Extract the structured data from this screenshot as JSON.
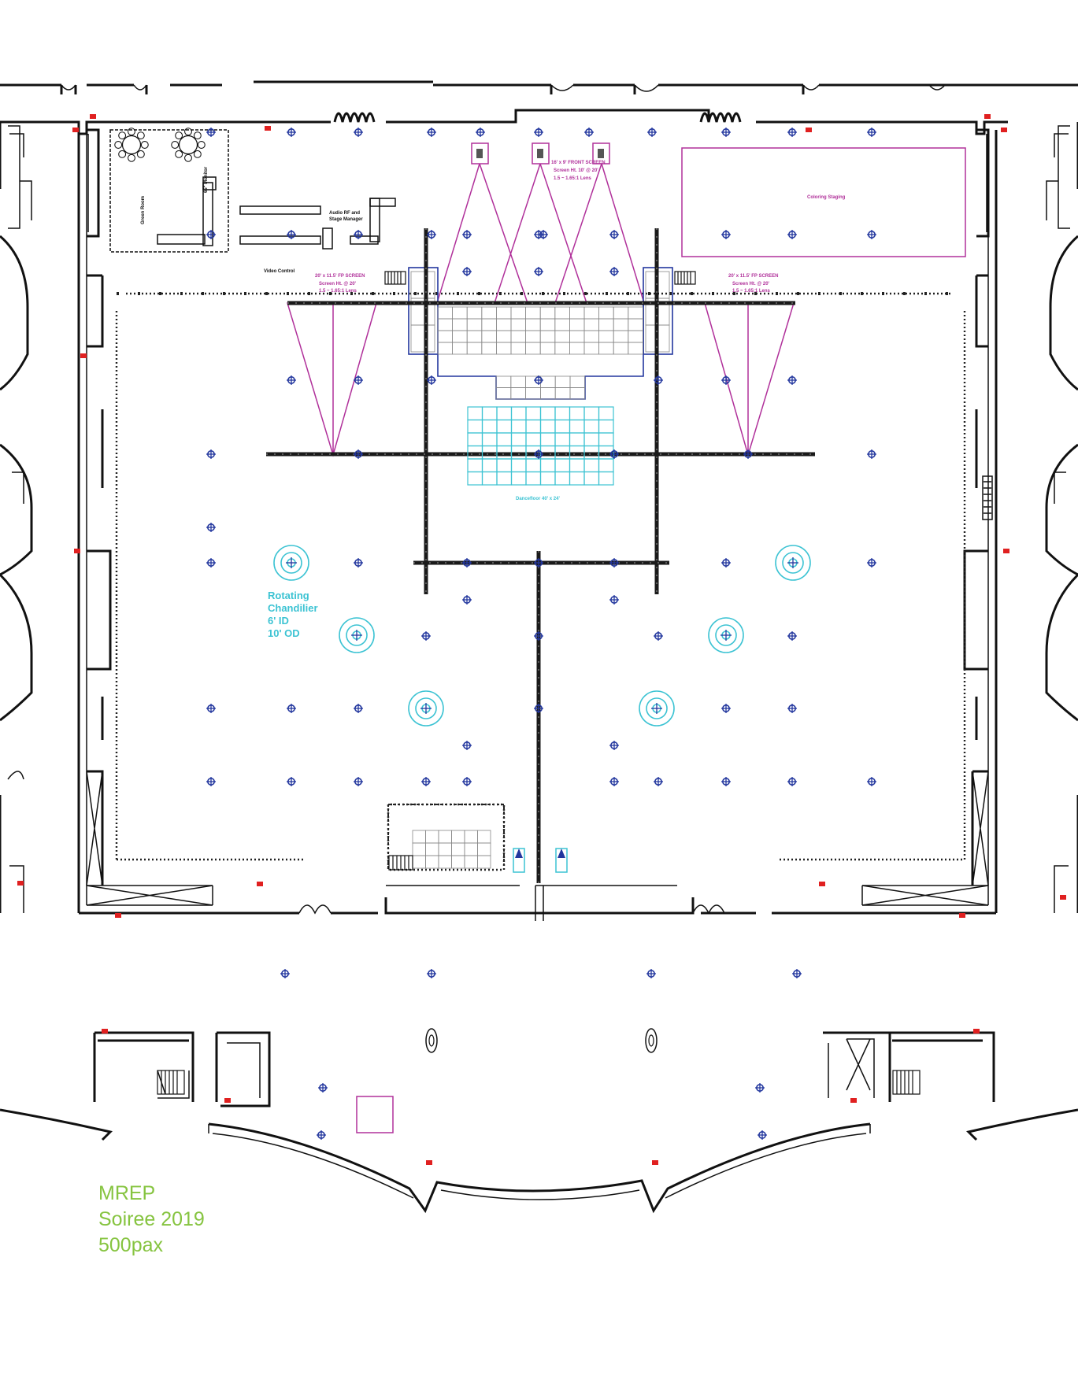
{
  "room_labels": {
    "green_room": "Green Room",
    "monitor": "65\" Monitor",
    "audio_rf": "Audio RF and",
    "stage_manager": "Stage Manager",
    "video_control": "Video Control",
    "coloring_staging": "Coloring Staging",
    "screen_center_1": "16' x 9' FRONT SCREEN",
    "screen_center_2": "Screen Ht. 10' @ 20'",
    "screen_center_3": "1.5 ~ 1.65:1 Lens",
    "screen_left_1": "20' x 11.5' FP SCREEN",
    "screen_left_2": "Screen Ht. @ 20'",
    "screen_left_3": "1.5 ~ 1.65:1 Lens",
    "screen_right_1": "20' x 11.5' FP SCREEN",
    "screen_right_2": "Screen Ht. @ 20'",
    "screen_right_3": "1.5 ~ 1.65:1 Lens",
    "dancefloor": "Dancefloor 40' x 24'"
  },
  "chandelier_note": {
    "line1": "Rotating",
    "line2": "Chandilier",
    "line3": "6' ID",
    "line4": "10' OD"
  },
  "title_block": {
    "line1": "MREP",
    "line2": "Soiree 2019",
    "line3": "500pax"
  },
  "colors": {
    "walls": "#111111",
    "projection": "#b0309a",
    "dancefloor_and_chandeliers": "#3cc3d3",
    "ceiling_fixtures": "#23379e",
    "title_text": "#86c440",
    "markers": "#e02020"
  },
  "icons": {
    "ceiling_fixture": "crosshair-circle",
    "chandelier": "concentric-circles",
    "round_table": "round-table-with-chairs",
    "projector": "projector-box",
    "exit_marker": "red-square"
  }
}
